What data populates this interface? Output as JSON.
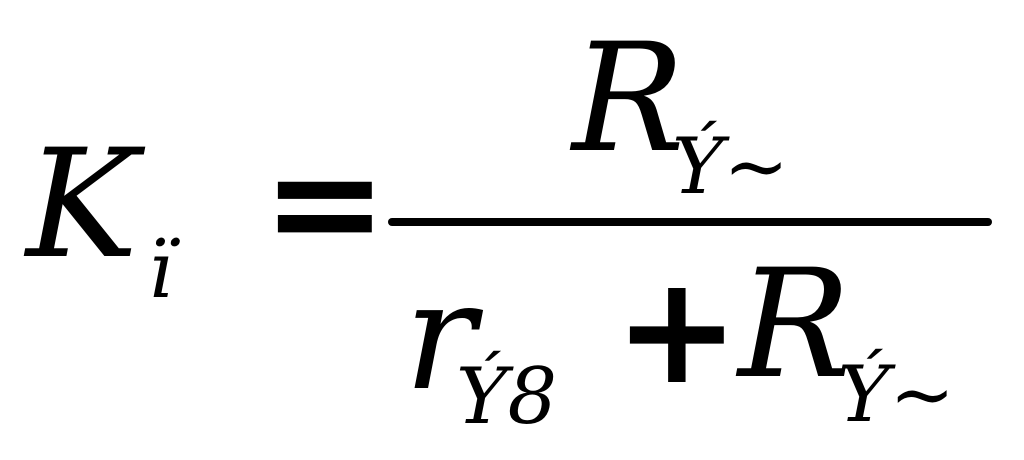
{
  "formula": {
    "lhs": {
      "symbol": "K",
      "subscript": "ї"
    },
    "equals": "=",
    "numerator": {
      "symbol": "R",
      "subscript": "Ý~"
    },
    "denominator": {
      "term1": {
        "symbol": "r",
        "subscript": "Ý8"
      },
      "plus": "+",
      "term2": {
        "symbol": "R",
        "subscript": "Ý~"
      }
    }
  }
}
